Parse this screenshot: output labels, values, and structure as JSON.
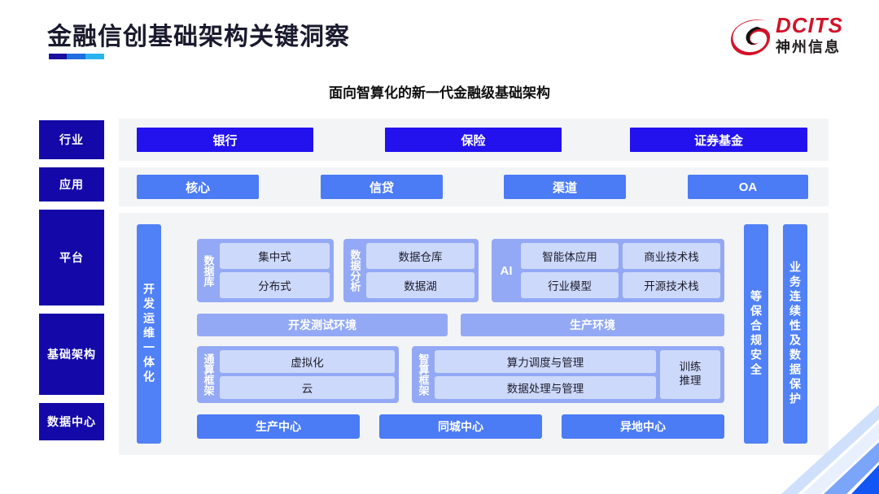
{
  "header": {
    "title": "金融信创基础架构关键洞察",
    "accent_colors": [
      "#1a0f9e",
      "#1f6fe0",
      "#2bb3ef"
    ],
    "logo": {
      "mark_name": "dcits-swoosh-logo",
      "brand_latin": "DCITS",
      "brand_cn": "神州信息",
      "brand_color": "#d3122a",
      "brand_cn_color": "#231f20"
    }
  },
  "subtitle": "面向智算化的新一代金融级基础架构",
  "layers": [
    {
      "key": "industry",
      "label": "行业"
    },
    {
      "key": "application",
      "label": "应用"
    },
    {
      "key": "platform",
      "label": "平台"
    },
    {
      "key": "infrastructure",
      "label": "基础架构"
    },
    {
      "key": "datacenter",
      "label": "数据中心"
    }
  ],
  "industry_row": {
    "items": [
      "银行",
      "保险",
      "证券基金"
    ],
    "color": "#2312ee"
  },
  "application_row": {
    "items": [
      "核心",
      "信贷",
      "渠道",
      "OA"
    ],
    "color": "#4b7bf5"
  },
  "side_bars": {
    "left": {
      "label": "开发运维一体化",
      "color": "#5081f7"
    },
    "right": [
      {
        "label": "等保合规安全",
        "color": "#5081f7"
      },
      {
        "label": "业务连续性及数据保护",
        "color": "#5081f7"
      }
    ]
  },
  "platform_groups": [
    {
      "title": "数据库",
      "cells": [
        "集中式",
        "分布式"
      ]
    },
    {
      "title": "数据分析",
      "cells": [
        "数据仓库",
        "数据湖"
      ]
    },
    {
      "title": "AI",
      "col_a": [
        "智能体应用",
        "行业模型"
      ],
      "col_b": [
        "商业技术栈",
        "开源技术栈"
      ]
    }
  ],
  "environment_row": {
    "items": [
      "开发测试环境",
      "生产环境"
    ],
    "color": "#93a9f5"
  },
  "compute_groups": [
    {
      "title": "通算框架",
      "cells": [
        "虚拟化",
        "云"
      ]
    },
    {
      "title": "智算框架",
      "cells": [
        "算力调度与管理",
        "数据处理与管理"
      ],
      "side_cell": "训练\n推理"
    }
  ],
  "datacenter_row": {
    "items": [
      "生产中心",
      "同城中心",
      "异地中心"
    ],
    "color": "#4b7bf5"
  },
  "palette": {
    "label_navy": "#1409a8",
    "panel_bg": "#f3f4f6",
    "group_bg": "#93a9f5",
    "cell_bg": "#cdd9fb",
    "accent_blue": "#4b7bf5"
  }
}
